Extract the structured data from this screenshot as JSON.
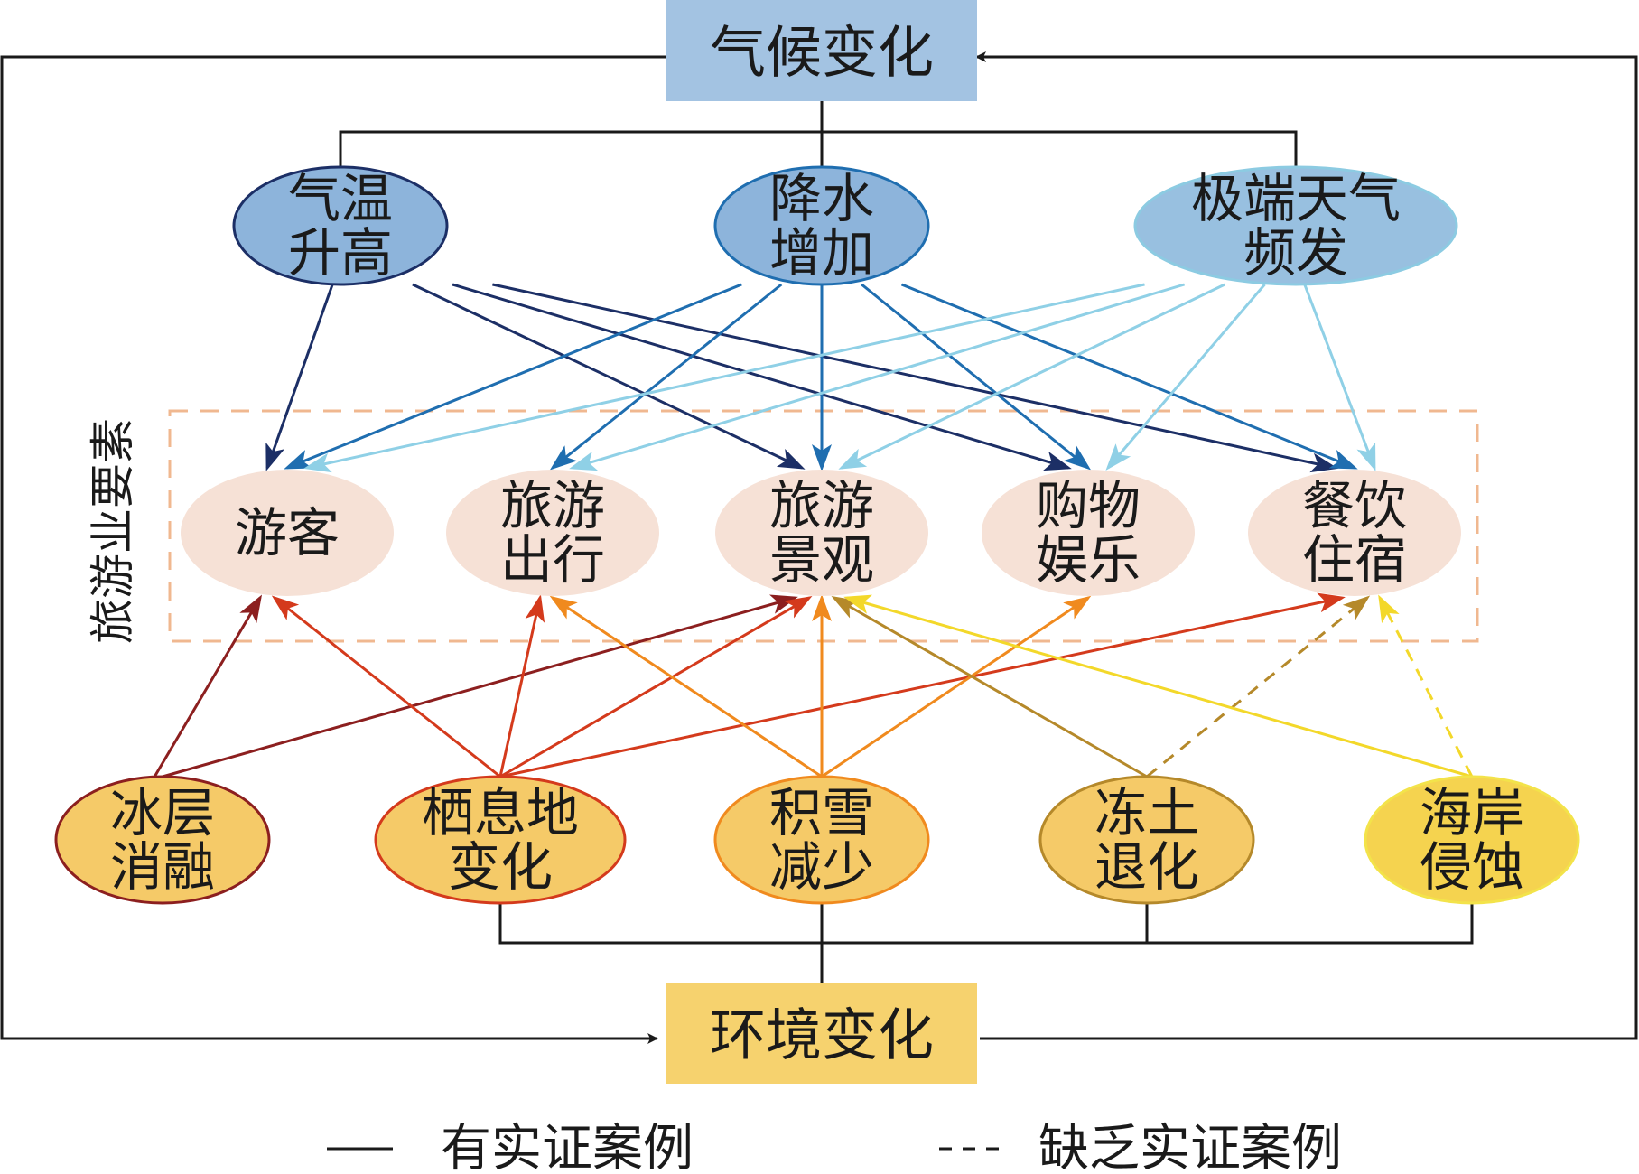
{
  "title_box": {
    "label": "气候变化",
    "color": "#a3c3e2"
  },
  "bottom_box": {
    "label": "环境变化",
    "color": "#f6d26e"
  },
  "side_label": "旅游业要素",
  "climate_nodes": [
    {
      "id": "temp",
      "lines": [
        "气温",
        "升高"
      ],
      "fill": "#8db4db",
      "stroke": "#1c2f66",
      "arrow": "#1c2f66"
    },
    {
      "id": "precip",
      "lines": [
        "降水",
        "增加"
      ],
      "fill": "#8db4db",
      "stroke": "#1f6eb0",
      "arrow": "#1f6eb0"
    },
    {
      "id": "extreme",
      "lines": [
        "极端天气",
        "频发"
      ],
      "fill": "#98c0e0",
      "stroke": "#8ccbe2",
      "arrow": "#8fd0e6"
    }
  ],
  "tourism_nodes": [
    {
      "id": "tourist",
      "lines": [
        "游客"
      ]
    },
    {
      "id": "travel",
      "lines": [
        "旅游",
        "出行"
      ]
    },
    {
      "id": "scenery",
      "lines": [
        "旅游",
        "景观"
      ]
    },
    {
      "id": "shopping",
      "lines": [
        "购物",
        "娱乐"
      ]
    },
    {
      "id": "lodging",
      "lines": [
        "餐饮",
        "住宿"
      ]
    }
  ],
  "tourism_style": {
    "fill": "#f6e1d6",
    "box_stroke": "#f0b890"
  },
  "env_nodes": [
    {
      "id": "glacier",
      "lines": [
        "冰层",
        "消融"
      ],
      "fill": "#f5ca68",
      "stroke": "#8c1f1f",
      "arrow": "#8c1f1f"
    },
    {
      "id": "habitat",
      "lines": [
        "栖息地",
        "变化"
      ],
      "fill": "#f5ca68",
      "stroke": "#d43a1c",
      "arrow": "#d43a1c"
    },
    {
      "id": "snow",
      "lines": [
        "积雪",
        "减少"
      ],
      "fill": "#f5ca68",
      "stroke": "#f08a1e",
      "arrow": "#f08a1e"
    },
    {
      "id": "permafrost",
      "lines": [
        "冻土",
        "退化"
      ],
      "fill": "#f5ca68",
      "stroke": "#b5892a",
      "arrow": "#b5892a"
    },
    {
      "id": "coast",
      "lines": [
        "海岸",
        "侵蚀"
      ],
      "fill": "#f5d34f",
      "stroke": "#f3e34a",
      "arrow": "#f3d82a"
    }
  ],
  "links": [
    {
      "from": "temp",
      "to": "tourist",
      "style": "solid"
    },
    {
      "from": "temp",
      "to": "scenery",
      "style": "solid"
    },
    {
      "from": "temp",
      "to": "shopping",
      "style": "solid"
    },
    {
      "from": "temp",
      "to": "lodging",
      "style": "solid"
    },
    {
      "from": "precip",
      "to": "tourist",
      "style": "solid"
    },
    {
      "from": "precip",
      "to": "travel",
      "style": "solid"
    },
    {
      "from": "precip",
      "to": "scenery",
      "style": "solid"
    },
    {
      "from": "precip",
      "to": "shopping",
      "style": "solid"
    },
    {
      "from": "precip",
      "to": "lodging",
      "style": "solid"
    },
    {
      "from": "extreme",
      "to": "tourist",
      "style": "solid"
    },
    {
      "from": "extreme",
      "to": "travel",
      "style": "solid"
    },
    {
      "from": "extreme",
      "to": "scenery",
      "style": "solid"
    },
    {
      "from": "extreme",
      "to": "shopping",
      "style": "solid"
    },
    {
      "from": "extreme",
      "to": "lodging",
      "style": "solid"
    },
    {
      "from": "glacier",
      "to": "tourist",
      "style": "solid"
    },
    {
      "from": "glacier",
      "to": "scenery",
      "style": "solid"
    },
    {
      "from": "habitat",
      "to": "tourist",
      "style": "solid"
    },
    {
      "from": "habitat",
      "to": "travel",
      "style": "solid"
    },
    {
      "from": "habitat",
      "to": "scenery",
      "style": "solid"
    },
    {
      "from": "habitat",
      "to": "lodging",
      "style": "solid"
    },
    {
      "from": "snow",
      "to": "travel",
      "style": "solid"
    },
    {
      "from": "snow",
      "to": "scenery",
      "style": "solid"
    },
    {
      "from": "snow",
      "to": "shopping",
      "style": "solid"
    },
    {
      "from": "permafrost",
      "to": "scenery",
      "style": "solid"
    },
    {
      "from": "permafrost",
      "to": "lodging",
      "style": "dashed"
    },
    {
      "from": "coast",
      "to": "scenery",
      "style": "solid"
    },
    {
      "from": "coast",
      "to": "lodging",
      "style": "dashed"
    }
  ],
  "legend": {
    "solid": "有实证案例",
    "dashed": "缺乏实证案例"
  },
  "colors": {
    "line": "#1a1a1a"
  }
}
